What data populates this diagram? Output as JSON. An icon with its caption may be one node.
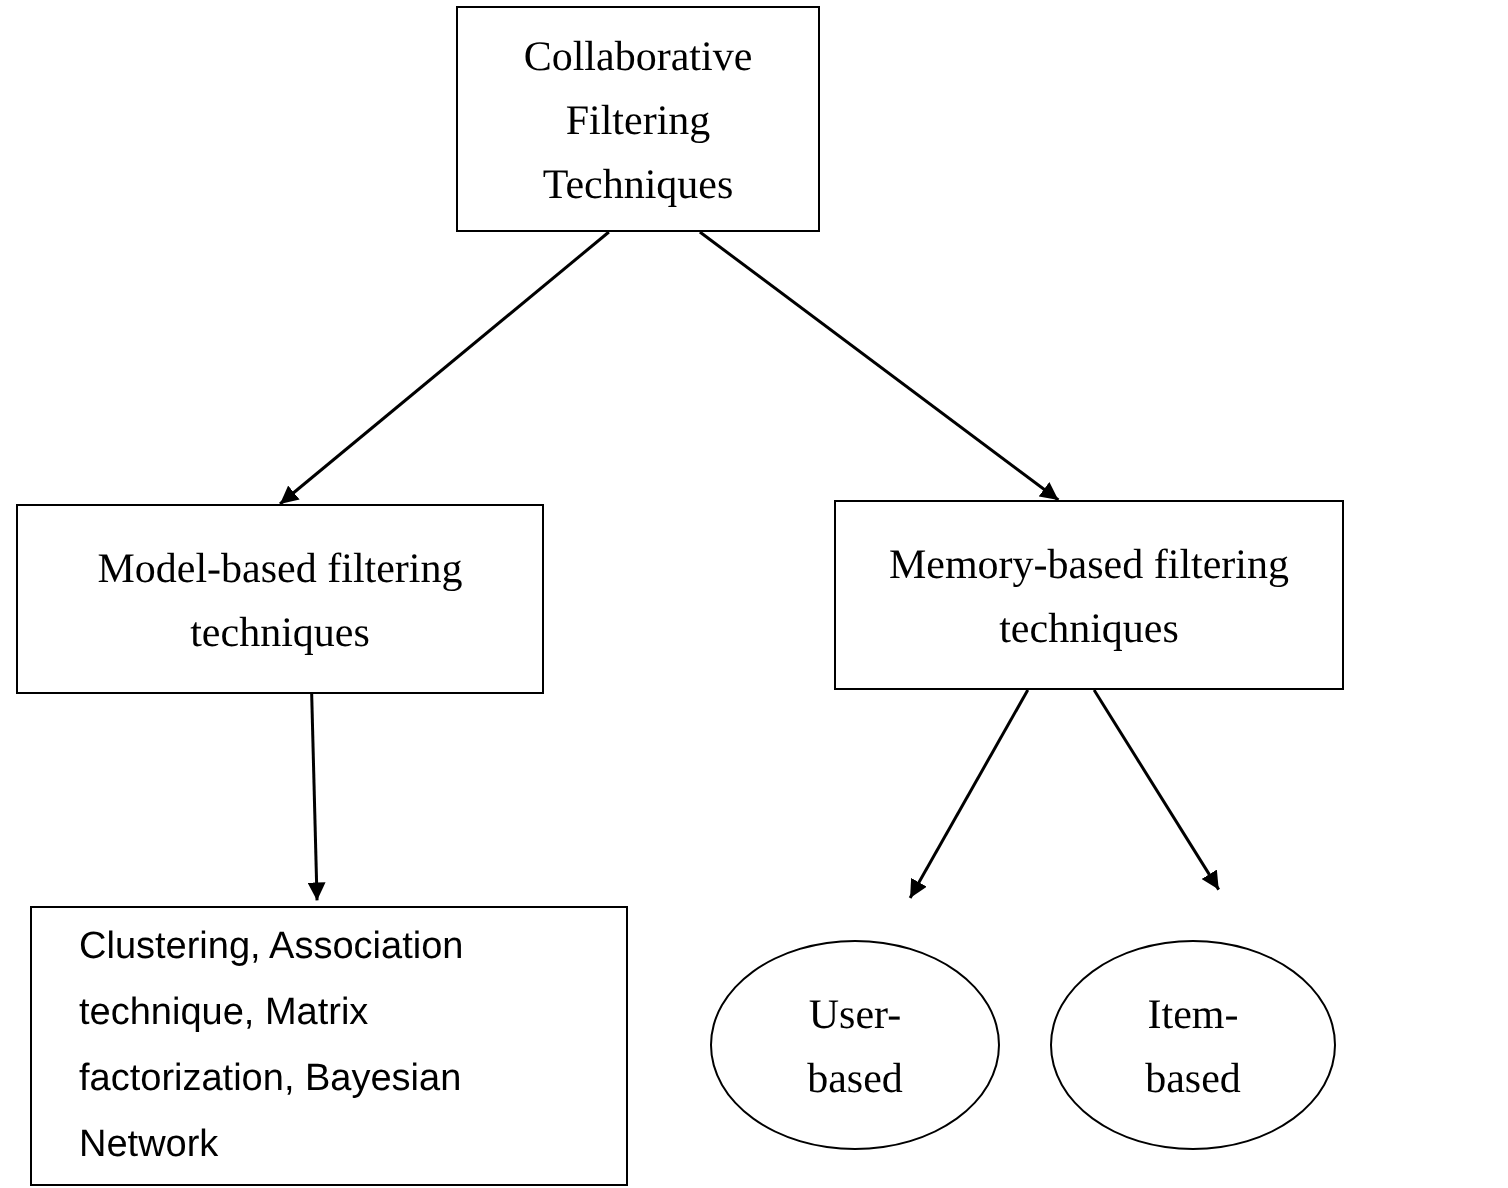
{
  "diagram": {
    "nodes": [
      {
        "text": [
          "Collaborative Filtering Techniques"
        ]
      },
      {
        "text": [
          "Model-based filtering techniques"
        ]
      },
      {
        "text": [
          "Memory-based filtering techniques"
        ]
      },
      {
        "text": [
          "Clustering, Association technique, Matrix factorization, Bayesian Network"
        ]
      },
      {
        "text": [
          "User- based"
        ]
      },
      {
        "text": [
          "Item- based"
        ]
      }
    ],
    "edges": [
      {
        "from": 0,
        "to": 1,
        "arrow": "to"
      },
      {
        "from": 0,
        "to": 2,
        "arrow": "to"
      },
      {
        "from": 1,
        "to": 3,
        "arrow": "to"
      },
      {
        "from": 2,
        "to": 4,
        "arrow": "to"
      },
      {
        "from": 2,
        "to": 5,
        "arrow": "to"
      }
    ]
  }
}
